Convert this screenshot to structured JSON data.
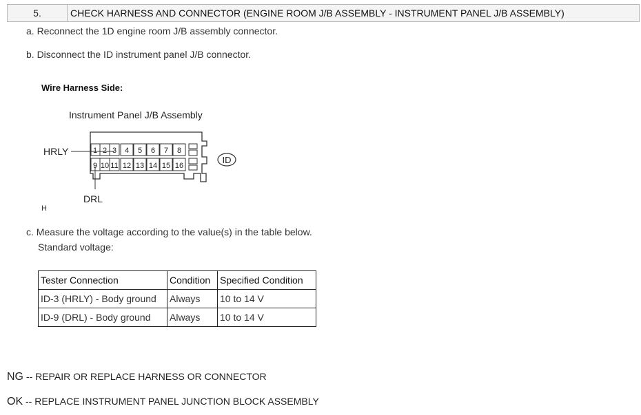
{
  "header": {
    "number": "5.",
    "title": "CHECK HARNESS AND CONNECTOR (ENGINE ROOM J/B ASSEMBLY - INSTRUMENT PANEL J/B ASSEMBLY)"
  },
  "steps": {
    "a": "a. Reconnect the 1D engine room J/B assembly connector.",
    "b": "b. Disconnect the ID instrument panel J/B connector.",
    "c": "c. Measure the voltage according to the value(s) in the table below.",
    "c_sub": "Standard voltage:"
  },
  "diagram": {
    "heading": "Wire Harness Side:",
    "title": "Instrument Panel J/B Assembly",
    "label_hrly": "HRLY",
    "label_drl": "DRL",
    "label_id": "ID",
    "label_h": "H",
    "top_pins": [
      "1",
      "2",
      "3",
      "4",
      "5",
      "6",
      "7",
      "8"
    ],
    "bottom_pins": [
      "9",
      "10",
      "11",
      "12",
      "13",
      "14",
      "15",
      "16"
    ]
  },
  "table": {
    "headers": [
      "Tester Connection",
      "Condition",
      "Specified Condition"
    ],
    "rows": [
      [
        "ID-3 (HRLY) - Body ground",
        "Always",
        "10 to 14 V"
      ],
      [
        "ID-9 (DRL) - Body ground",
        "Always",
        "10 to 14 V"
      ]
    ]
  },
  "results": [
    {
      "code": "NG",
      "text": "-- REPAIR OR REPLACE HARNESS OR CONNECTOR"
    },
    {
      "code": "OK",
      "text": "-- REPLACE INSTRUMENT PANEL JUNCTION BLOCK ASSEMBLY"
    }
  ]
}
